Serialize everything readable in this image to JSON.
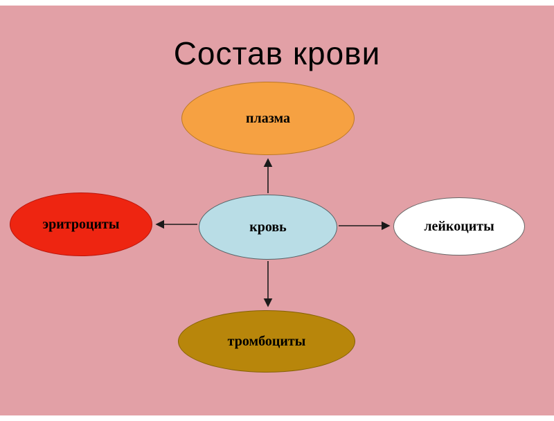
{
  "title": "Состав крови",
  "diagram": {
    "center": {
      "label": "кровь",
      "fill": "#b9dde6"
    },
    "nodes": {
      "plasma": {
        "label": "плазма",
        "fill": "#f6a142"
      },
      "erythrocytes": {
        "label": "эритроциты",
        "fill": "#ee2511"
      },
      "leukocytes": {
        "label": "лейкоциты",
        "fill": "#ffffff"
      },
      "thrombocytes": {
        "label": "тромбоциты",
        "fill": "#b8860b"
      }
    },
    "arrows": [
      "up",
      "left",
      "right",
      "down"
    ]
  },
  "colors": {
    "background": "#e2a0a6",
    "title_text": "#000000",
    "arrow": "#1a1a1a"
  }
}
